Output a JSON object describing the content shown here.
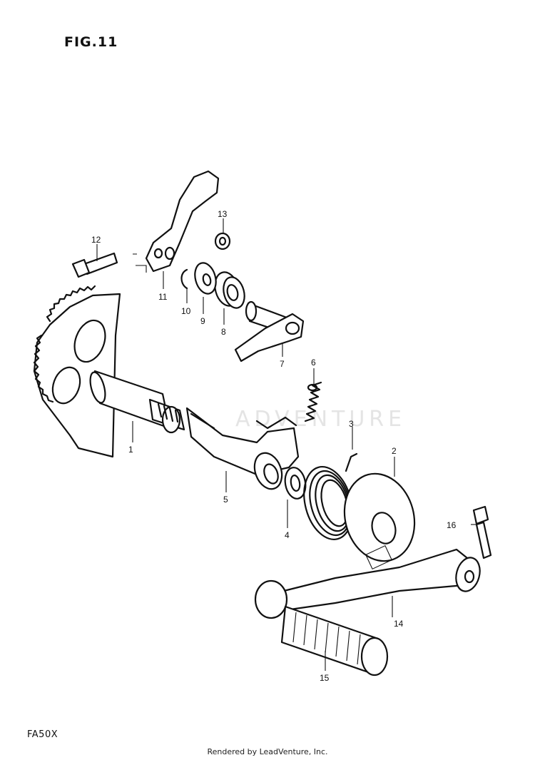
{
  "figure": {
    "title": "FIG.11",
    "model": "FA50X"
  },
  "watermark": {
    "text": "ADVENTURE"
  },
  "footer": {
    "credit": "Rendered by LeadVenture, Inc."
  },
  "parts": [
    {
      "id": "1",
      "label": "1"
    },
    {
      "id": "2",
      "label": "2"
    },
    {
      "id": "3",
      "label": "3"
    },
    {
      "id": "4",
      "label": "4"
    },
    {
      "id": "5",
      "label": "5"
    },
    {
      "id": "6",
      "label": "6"
    },
    {
      "id": "7",
      "label": "7"
    },
    {
      "id": "8",
      "label": "8"
    },
    {
      "id": "9",
      "label": "9"
    },
    {
      "id": "10",
      "label": "10"
    },
    {
      "id": "11",
      "label": "11"
    },
    {
      "id": "12",
      "label": "12"
    },
    {
      "id": "13",
      "label": "13"
    },
    {
      "id": "14",
      "label": "14"
    },
    {
      "id": "15",
      "label": "15"
    },
    {
      "id": "16",
      "label": "16"
    }
  ]
}
